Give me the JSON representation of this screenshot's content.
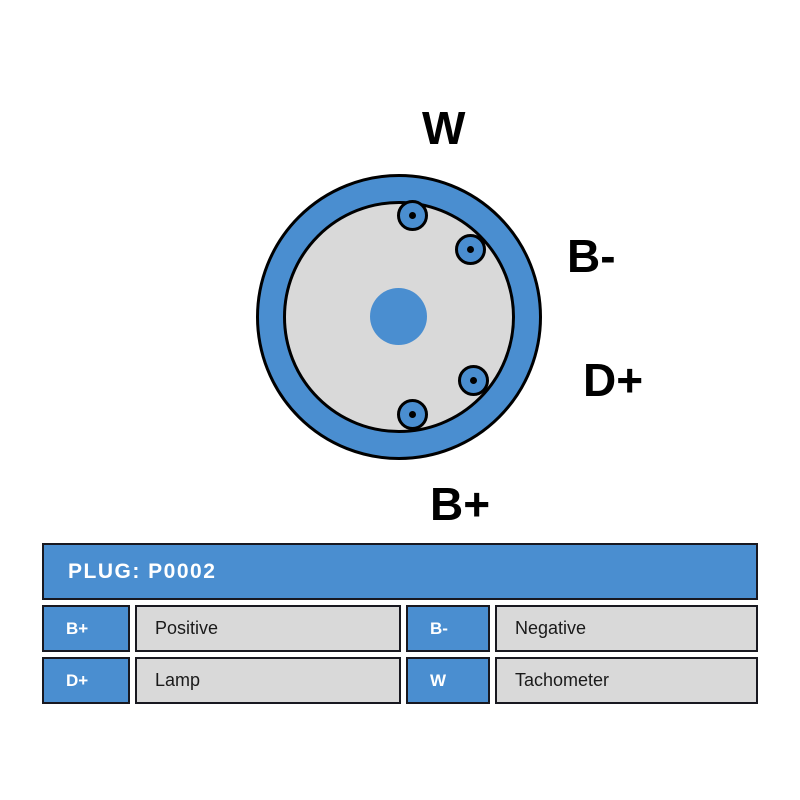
{
  "diagram": {
    "labels": {
      "w": "W",
      "b_minus": "B-",
      "d_plus": "D+",
      "b_plus": "B+"
    }
  },
  "table": {
    "header": "PLUG: P0002",
    "rows": [
      [
        {
          "key": "B+",
          "value": "Positive"
        },
        {
          "key": "B-",
          "value": "Negative"
        }
      ],
      [
        {
          "key": "D+",
          "value": "Lamp"
        },
        {
          "key": "W",
          "value": "Tachometer"
        }
      ]
    ]
  },
  "colors": {
    "blue": "#4a8ed0",
    "gray": "#d9d9d9",
    "border": "#181820",
    "outline": "#000000"
  }
}
